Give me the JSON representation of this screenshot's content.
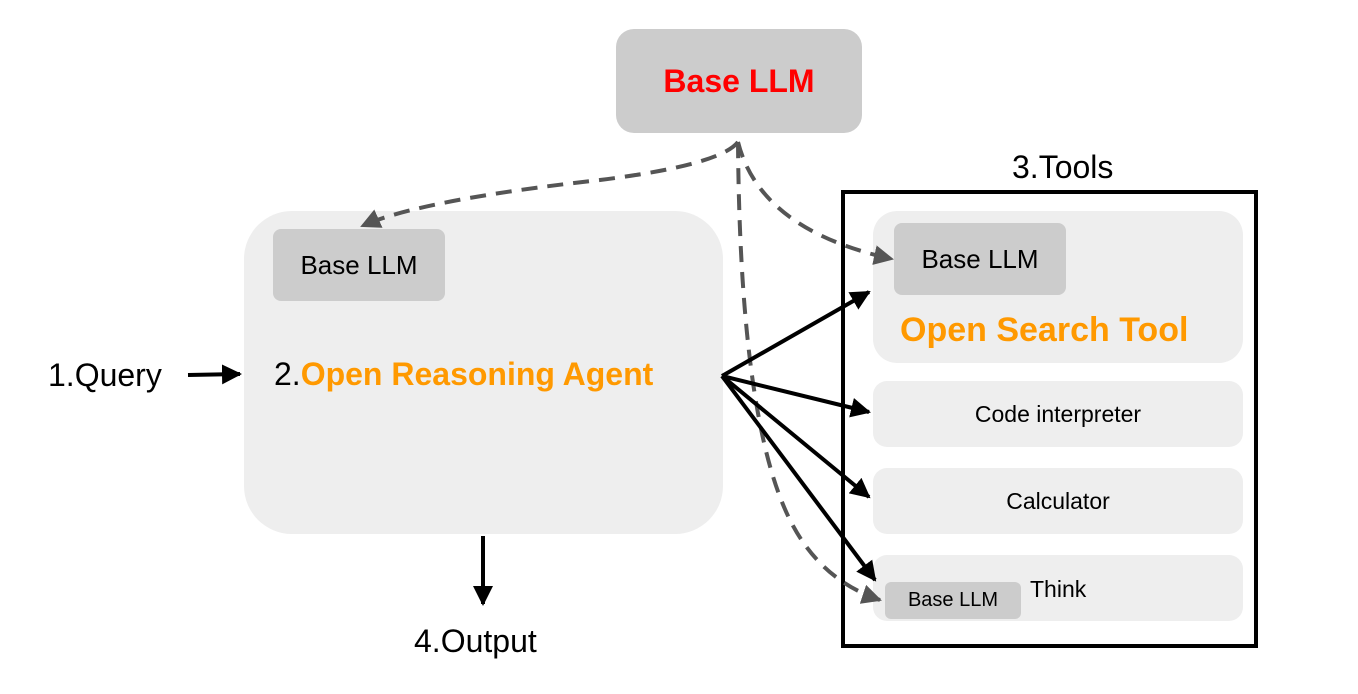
{
  "top_llm": {
    "label": "Base LLM",
    "color": "#ff0000"
  },
  "agent": {
    "llm_label": "Base LLM",
    "number": "2.",
    "name": "Open Reasoning Agent",
    "name_color": "#ff9900"
  },
  "query_label": "1.Query",
  "output_label": "4.Output",
  "tools": {
    "heading": "3.Tools",
    "search": {
      "llm_label": "Base LLM",
      "name": "Open Search Tool",
      "name_color": "#ff9900"
    },
    "code_interpreter": "Code interpreter",
    "calculator": "Calculator",
    "think": {
      "label": "Think",
      "llm_label": "Base LLM"
    }
  },
  "colors": {
    "box_light": "#eeeeee",
    "box_dark": "#cccccc",
    "dashed_arrow": "#555555",
    "solid_arrow": "#000000"
  }
}
